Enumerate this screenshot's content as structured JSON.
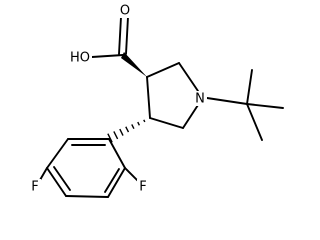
{
  "molecule": {
    "atoms": {
      "carboxyl_oxygen": "O",
      "hydroxyl": "HO",
      "ring_nitrogen": "N",
      "fluorine_ortho": "F",
      "fluorine_para": "F"
    },
    "colors": {
      "ink": "#000000",
      "background": "#ffffff"
    }
  }
}
